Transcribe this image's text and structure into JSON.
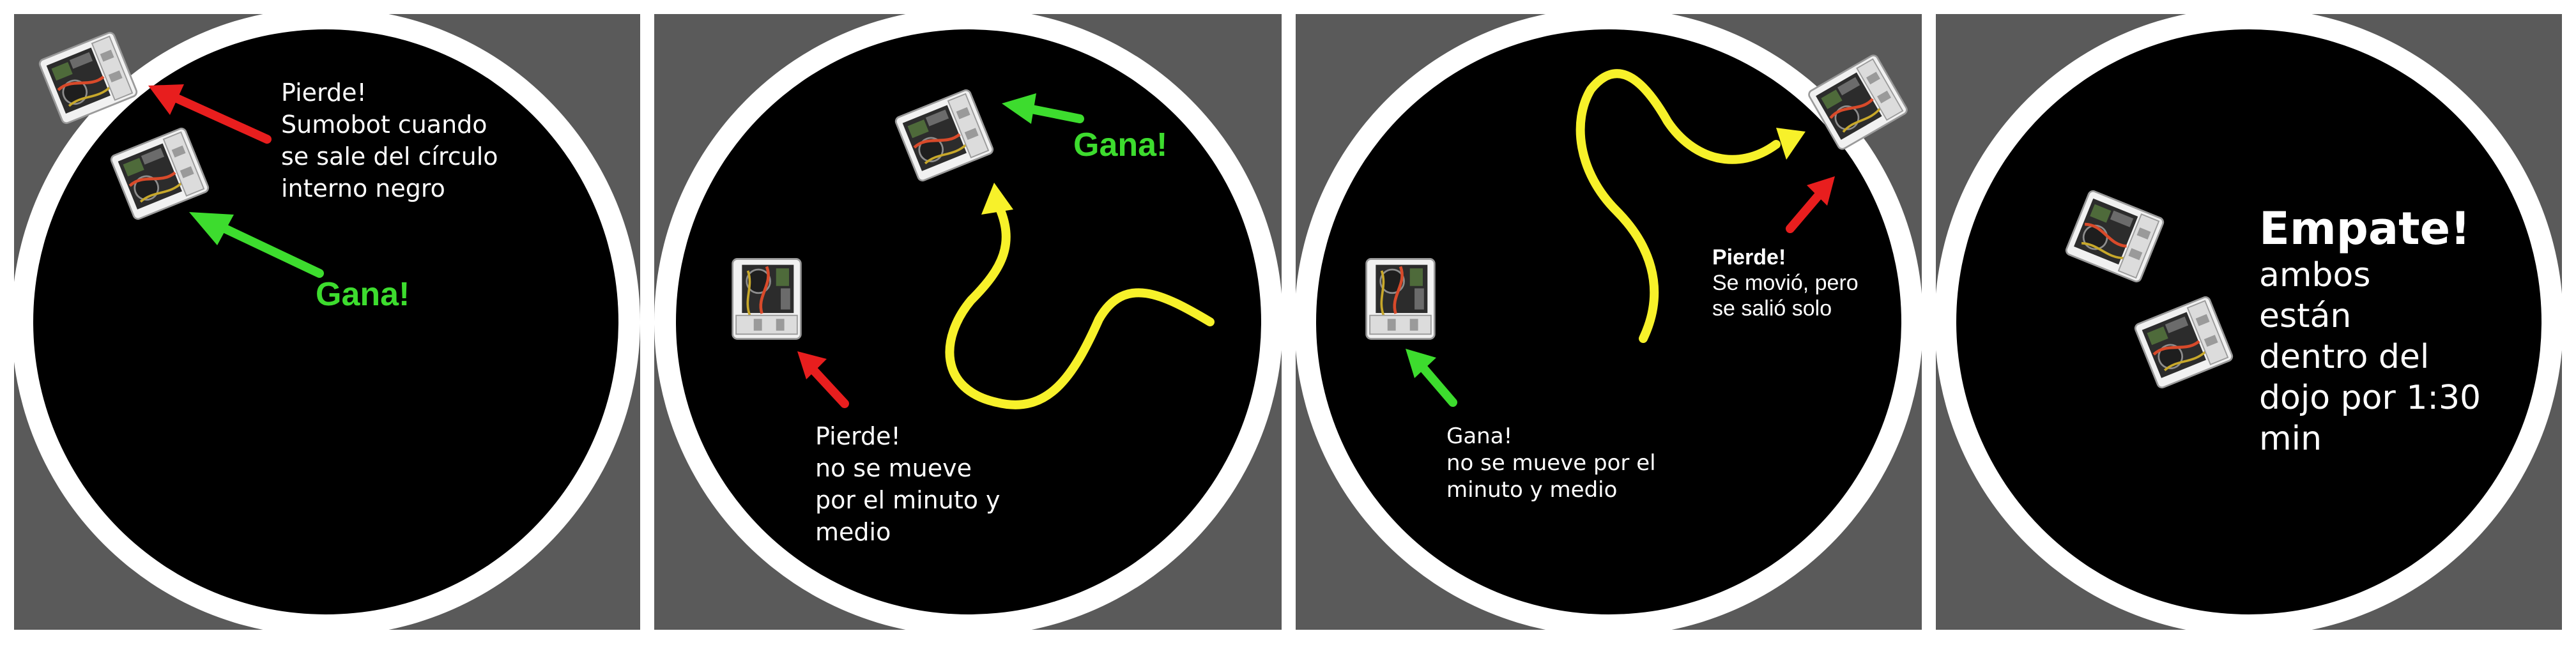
{
  "panels": [
    {
      "id": "robot-exits-circle",
      "labels": {
        "pierde": "Pierde!",
        "line1": "Sumobot cuando",
        "line2": "se sale del círculo",
        "line3": "interno negro",
        "gana": "Gana!"
      }
    },
    {
      "id": "robot-does-not-move",
      "labels": {
        "gana": "Gana!",
        "pierde": "Pierde!",
        "line1": "no se mueve",
        "line2": "por el minuto y",
        "line3": "medio"
      }
    },
    {
      "id": "robot-moves-but-exits",
      "labels": {
        "pierde_title": "Pierde!",
        "pierde_line1": "Se movió, pero",
        "pierde_line2": "se salió solo",
        "gana": "Gana!",
        "gana_line1": "no se mueve por el",
        "gana_line2": "minuto y medio"
      }
    },
    {
      "id": "draw",
      "labels": {
        "title": "Empate!",
        "line1": "ambos",
        "line2": "están",
        "line3": "dentro del",
        "line4": "dojo por 1:30",
        "line5": "min"
      }
    }
  ],
  "colors": {
    "background": "#5a5a5a",
    "ring": "#ffffff",
    "dojo": "#000000",
    "lose_arrow": "#e81e1e",
    "win_arrow": "#3ddc2e",
    "path": "#f7f12a",
    "text": "#ffffff",
    "win_text": "#3ddc2e"
  },
  "icons": [
    "sumobot-robot-icon",
    "arrow-icon",
    "trajectory-path"
  ]
}
